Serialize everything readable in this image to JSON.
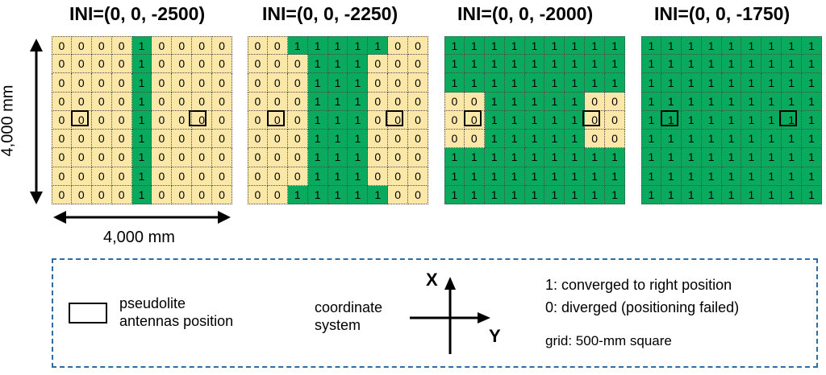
{
  "panels": [
    {
      "title": "INI=(0, 0, -2500)",
      "rows": [
        "000010000",
        "000010000",
        "000010000",
        "000010000",
        "000010000",
        "000010000",
        "000010000",
        "000010000",
        "000010000"
      ]
    },
    {
      "title": "INI=(0, 0, -2250)",
      "rows": [
        "001111100",
        "000111000",
        "000111000",
        "000111000",
        "000111000",
        "000111000",
        "000111000",
        "000111000",
        "001111100"
      ]
    },
    {
      "title": "INI=(0, 0, -2000)",
      "rows": [
        "111111111",
        "111111111",
        "111111111",
        "001111100",
        "001111100",
        "001111100",
        "111111111",
        "111111111",
        "111111111"
      ]
    },
    {
      "title": "INI=(0, 0, -1750)",
      "rows": [
        "111111111",
        "111111111",
        "111111111",
        "111111111",
        "111111111",
        "111111111",
        "111111111",
        "111111111",
        "111111111"
      ]
    }
  ],
  "colors": {
    "converged": "#0aaa5e",
    "diverged": "#fbe8a8",
    "legend_border": "#2e6da4"
  },
  "dimensions": {
    "vertical": "4,000 mm",
    "horizontal": "4,000 mm"
  },
  "legend": {
    "antenna_line1": "pseudolite",
    "antenna_line2": "antennas position",
    "coord_line1": "coordinate",
    "coord_line2": "system",
    "axis_x": "X",
    "axis_y": "Y",
    "converged": "1: converged to right position",
    "diverged": "0: diverged (positioning failed)",
    "grid": "grid: 500-mm square"
  }
}
